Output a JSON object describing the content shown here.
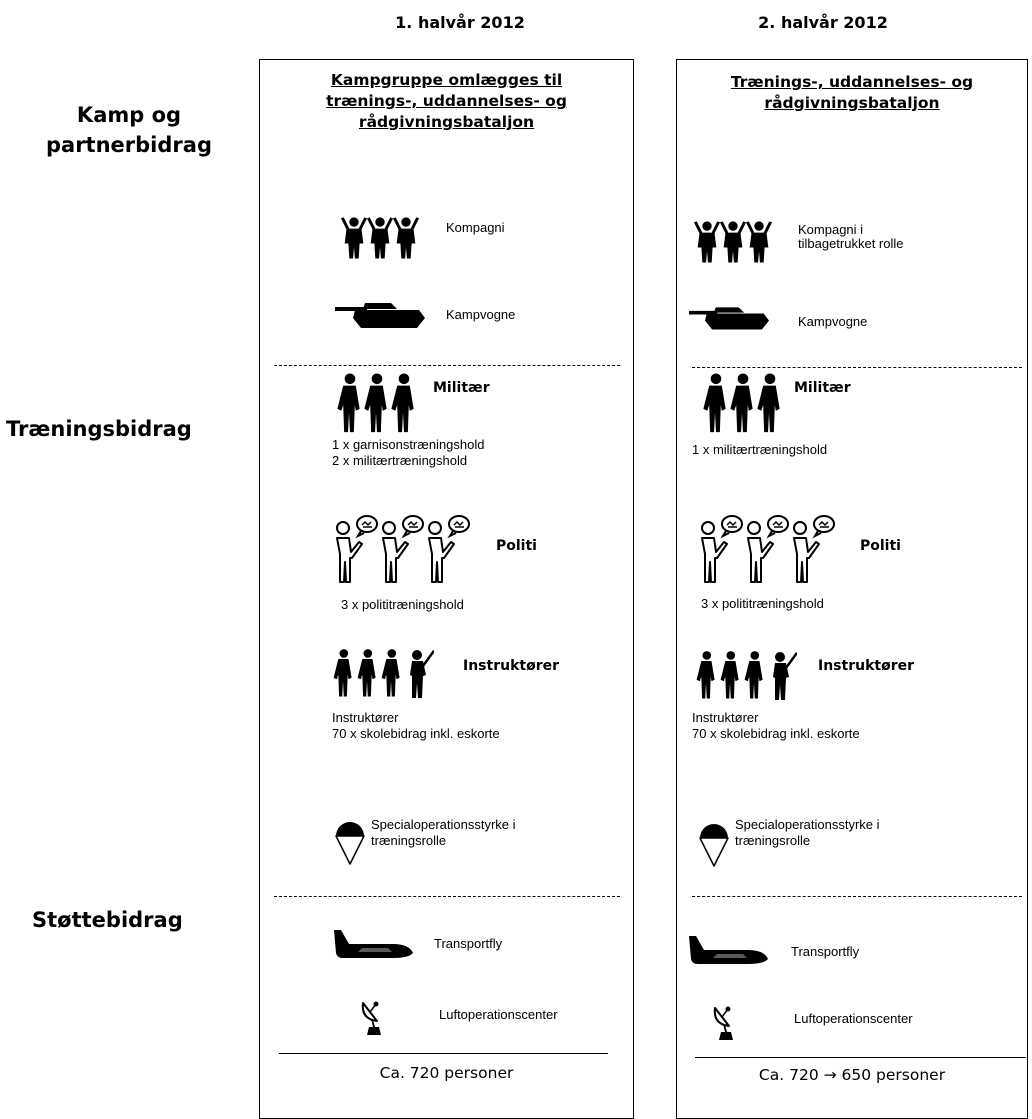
{
  "columns": [
    {
      "header": "1. halvår 2012",
      "title_lines": [
        "Kampgruppe omlægges til",
        "trænings-, uddannelses- og",
        "rådgivningsbataljon"
      ],
      "company_label_lines": [
        "Kompagni"
      ],
      "tanks_label": "Kampvogne",
      "military": {
        "label": "Militær",
        "detail_lines": [
          "1 x garnisonstræningshold",
          "2 x militærtræningshold"
        ]
      },
      "police": {
        "label": "Politi",
        "detail": "3 x polititræningshold"
      },
      "instructors": {
        "label": "Instruktører",
        "detail_lines": [
          "Instruktører",
          "70 x skolebidrag inkl. eskorte"
        ]
      },
      "special_ops_lines": [
        "Specialoperationsstyrke i",
        "træningsrolle"
      ],
      "transport_label": "Transportfly",
      "air_ops_label": "Luftoperationscenter",
      "total": "Ca. 720 personer"
    },
    {
      "header": "2. halvår 2012",
      "title_lines": [
        "Trænings-, uddannelses- og",
        "rådgivningsbataljon"
      ],
      "company_label_lines": [
        "Kompagni i",
        "tilbagetrukket rolle"
      ],
      "tanks_label": "Kampvogne",
      "military": {
        "label": "Militær",
        "detail_lines": [
          "1 x militærtræningshold"
        ]
      },
      "police": {
        "label": "Politi",
        "detail": "3 x polititræningshold"
      },
      "instructors": {
        "label": "Instruktører",
        "detail_lines": [
          "Instruktører",
          "70 x skolebidrag inkl. eskorte"
        ]
      },
      "special_ops_lines": [
        "Specialoperationsstyrke i",
        "træningsrolle"
      ],
      "transport_label": "Transportfly",
      "air_ops_label": "Luftoperationscenter",
      "total": "Ca. 720 → 650 personer"
    }
  ],
  "row_labels": {
    "combat_lines": [
      "Kamp og",
      "partnerbidrag"
    ],
    "training": "Træningsbidrag",
    "support": "Støttebidrag"
  },
  "icons": [
    "soldiers-group-icon",
    "tank-icon",
    "military-trainers-icon",
    "police-trainers-icon",
    "instructors-icon",
    "parachute-icon",
    "transport-plane-icon",
    "satellite-dish-icon"
  ]
}
